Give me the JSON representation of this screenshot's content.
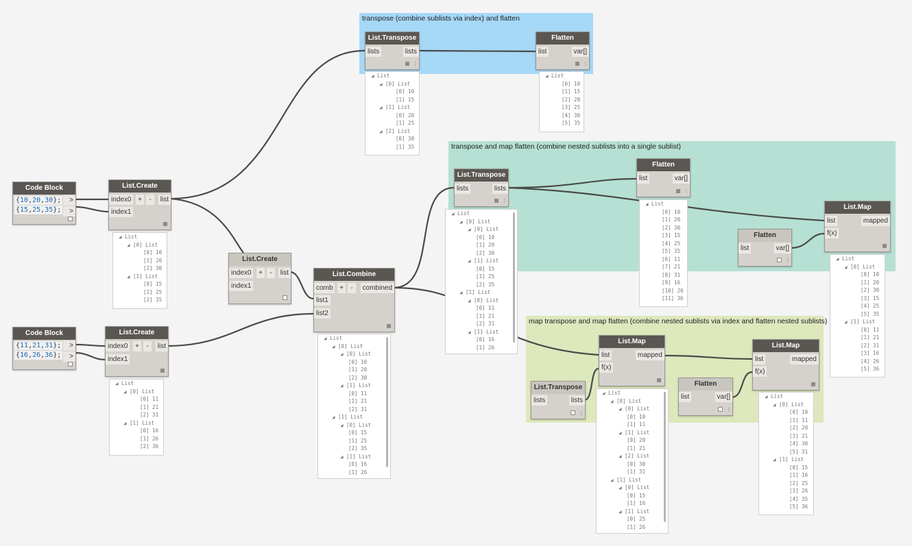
{
  "groups": [
    {
      "title": "transpose (combine sublists via index) and flatten",
      "color": "#a6d8f7"
    },
    {
      "title": "transpose and map flatten (combine nested sublists into a single sublist)",
      "color": "#b6e0d3"
    },
    {
      "title": "map transpose and map flatten (combine nested sublists via index and flatten nested sublists)",
      "color": "#dde8bd"
    }
  ],
  "nodes": {
    "codeblock1": {
      "title": "Code Block",
      "line1": [
        "10",
        "20",
        "30"
      ],
      "line2": [
        "15",
        "25",
        "35"
      ],
      "out": ">"
    },
    "codeblock2": {
      "title": "Code Block",
      "line1": [
        "11",
        "21",
        "31"
      ],
      "line2": [
        "16",
        "26",
        "36"
      ],
      "out": ">"
    },
    "listcreate1": {
      "title": "List.Create",
      "in": [
        "index0",
        "index1"
      ],
      "out": "list",
      "plus": "+",
      "minus": "-"
    },
    "listcreate2": {
      "title": "List.Create",
      "in": [
        "index0",
        "index1"
      ],
      "out": "list",
      "plus": "+",
      "minus": "-"
    },
    "listcreate3": {
      "title": "List.Create",
      "in": [
        "index0",
        "index1"
      ],
      "out": "list",
      "plus": "+",
      "minus": "-"
    },
    "listcombine": {
      "title": "List.Combine",
      "in": [
        "comb",
        "list1",
        "list2"
      ],
      "out": "combined",
      "plus": "+",
      "minus": "-"
    },
    "transpose1": {
      "title": "List.Transpose",
      "in": "lists",
      "out": "lists"
    },
    "flatten1": {
      "title": "Flatten",
      "in": "list",
      "out": "var[]"
    },
    "transpose2": {
      "title": "List.Transpose",
      "in": "lists",
      "out": "lists"
    },
    "flatten2": {
      "title": "Flatten",
      "in": "list",
      "out": "var[]"
    },
    "map1": {
      "title": "List.Map",
      "in": [
        "list",
        "f(x)"
      ],
      "out": "mapped"
    },
    "flatten3": {
      "title": "Flatten",
      "in": "list",
      "out": "var[]"
    },
    "map2": {
      "title": "List.Map",
      "in": [
        "list",
        "f(x)"
      ],
      "out": "mapped"
    },
    "transpose3": {
      "title": "List.Transpose",
      "in": "lists",
      "out": "lists"
    },
    "map3": {
      "title": "List.Map",
      "in": [
        "list",
        "f(x)"
      ],
      "out": "mapped"
    },
    "flatten4": {
      "title": "Flatten",
      "in": "list",
      "out": "var[]"
    }
  },
  "previews": {
    "lc1": [
      "◢ List",
      "◢ [0] List",
      "[0] 10",
      "[1] 20",
      "[2] 30",
      "◢ [1] List",
      "[0] 15",
      "[1] 25",
      "[2] 35"
    ],
    "lc2": [
      "◢ List",
      "◢ [0] List",
      "[0] 11",
      "[1] 21",
      "[2] 31",
      "◢ [1] List",
      "[0] 16",
      "[1] 26",
      "[2] 36"
    ],
    "tr1": [
      "◢ List",
      "◢ [0] List",
      "[0] 10",
      "[1] 15",
      "◢ [1] List",
      "[0] 20",
      "[1] 25",
      "◢ [2] List",
      "[0] 30",
      "[1] 35"
    ],
    "fl1": [
      "◢ List",
      "[0] 10",
      "[1] 15",
      "[2] 20",
      "[3] 25",
      "[4] 30",
      "[5] 35"
    ],
    "comb": [
      "◢ List",
      "◢ [0] List",
      "◢ [0] List",
      "[0] 10",
      "[1] 20",
      "[2] 30",
      "◢ [1] List",
      "[0] 11",
      "[1] 21",
      "[2] 31",
      "◢ [1] List",
      "◢ [0] List",
      "[0] 15",
      "[1] 25",
      "[2] 35",
      "◢ [1] List",
      "[0] 16",
      "[1] 26"
    ],
    "tr2": [
      "◢ List",
      "◢ [0] List",
      "◢ [0] List",
      "[0] 10",
      "[1] 20",
      "[2] 30",
      "◢ [1] List",
      "[0] 15",
      "[1] 25",
      "[2] 35",
      "◢ [1] List",
      "◢ [0] List",
      "[0] 11",
      "[1] 21",
      "[2] 31",
      "◢ [1] List",
      "[0] 16",
      "[1] 26"
    ],
    "fl2": [
      "◢ List",
      "[0] 10",
      "[1] 20",
      "[2] 30",
      "[3] 15",
      "[4] 25",
      "[5] 35",
      "[6] 11",
      "[7] 21",
      "[8] 31",
      "[9] 16",
      "[10] 26",
      "[11] 36"
    ],
    "map1": [
      "◢ List",
      "◢ [0] List",
      "[0] 10",
      "[1] 20",
      "[2] 30",
      "[3] 15",
      "[4] 25",
      "[5] 35",
      "◢ [1] List",
      "[0] 11",
      "[1] 21",
      "[2] 31",
      "[3] 16",
      "[4] 26",
      "[5] 36"
    ],
    "map2": [
      "◢ List",
      "◢ [0] List",
      "◢ [0] List",
      "[0] 10",
      "[1] 11",
      "◢ [1] List",
      "[0] 20",
      "[1] 21",
      "◢ [2] List",
      "[0] 30",
      "[1] 31",
      "◢ [1] List",
      "◢ [0] List",
      "[0] 15",
      "[1] 16",
      "◢ [1] List",
      "[0] 25",
      "[1] 26"
    ],
    "map3": [
      "◢ List",
      "◢ [0] List",
      "[0] 10",
      "[1] 11",
      "[2] 20",
      "[3] 21",
      "[4] 30",
      "[5] 31",
      "◢ [1] List",
      "[0] 15",
      "[1] 16",
      "[2] 25",
      "[3] 26",
      "[4] 35",
      "[5] 36"
    ]
  },
  "colors": {
    "canvas": "#f4f4f4",
    "node_header": "#5a5753",
    "node_body": "#d5d2cd",
    "wire": "#4a4a4a",
    "number": "#1b6ab8"
  }
}
